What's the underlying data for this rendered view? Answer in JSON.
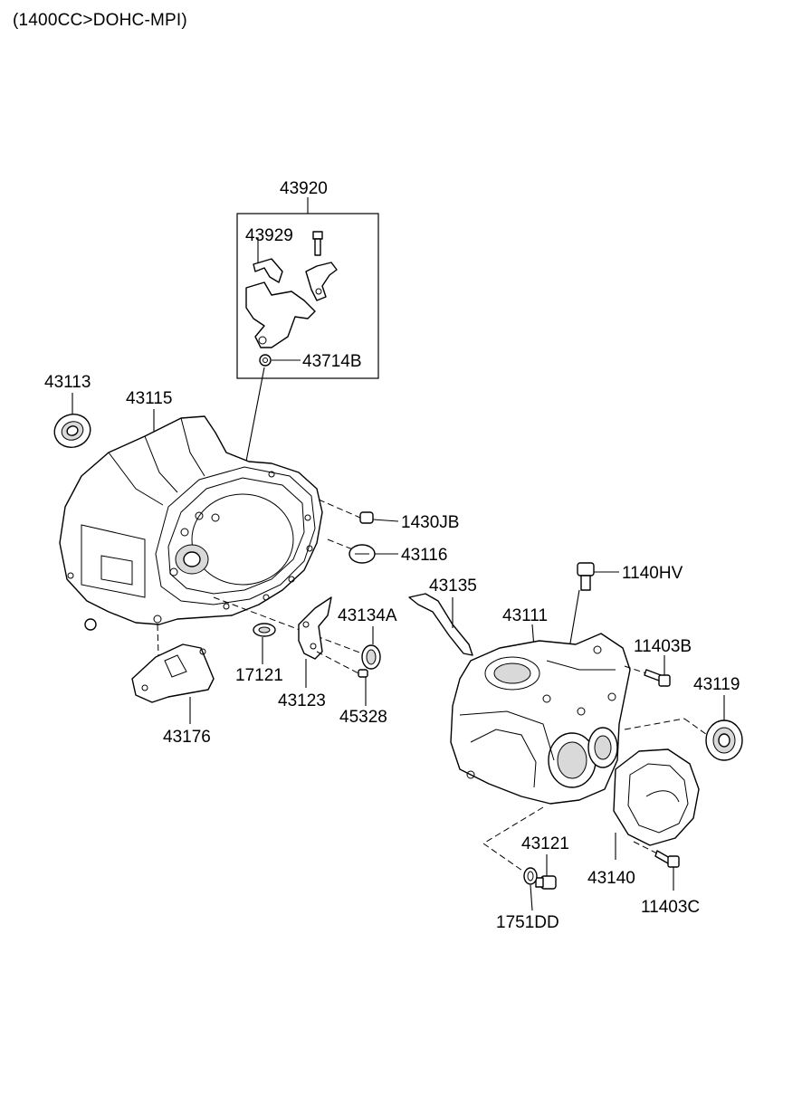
{
  "header": {
    "engine_spec": "(1400CC>DOHC-MPI)"
  },
  "callouts": {
    "c43920": "43920",
    "c43929": "43929",
    "c43714B": "43714B",
    "c43113": "43113",
    "c43115": "43115",
    "c1430JB": "1430JB",
    "c43116": "43116",
    "c43135": "43135",
    "c1140HV": "1140HV",
    "c43134A": "43134A",
    "c43111": "43111",
    "c11403B": "11403B",
    "c43119": "43119",
    "c17121": "17121",
    "c43123": "43123",
    "c45328": "45328",
    "c43176": "43176",
    "c43121": "43121",
    "c43140": "43140",
    "c1751DD": "1751DD",
    "c11403C": "11403C"
  }
}
